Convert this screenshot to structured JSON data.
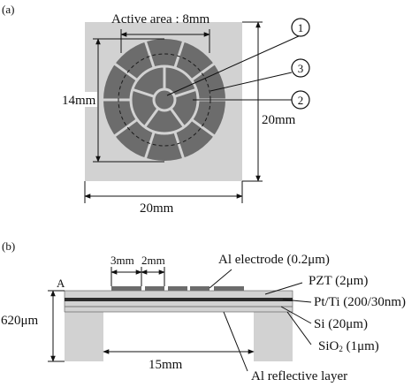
{
  "panel_a": {
    "label": "(a)",
    "active_area": "Active area : 8mm",
    "height_dim": "14mm",
    "side_dim": "20mm",
    "bottom_dim": "20mm",
    "callouts": [
      "1",
      "3",
      "2"
    ]
  },
  "panel_b": {
    "label": "(b)",
    "point_label": "A",
    "thickness": "620μm",
    "gap_3": "3mm",
    "gap_2": "2mm",
    "span": "15mm",
    "layers": {
      "al_electrode": "Al electrode (0.2μm)",
      "pzt": "PZT (2μm)",
      "pt_ti": "Pt/Ti (200/30nm)",
      "si": "Si (20μm)",
      "sio2_main": "SiO",
      "sio2_sub": "2",
      "sio2_rest": " (1μm)",
      "al_reflective": "Al reflective layer"
    }
  },
  "colors": {
    "substrate": "#d2d2d2",
    "electrode": "#6c6c6c",
    "pt_line": "#2b2b2b",
    "outline": "#1a1a1a"
  }
}
